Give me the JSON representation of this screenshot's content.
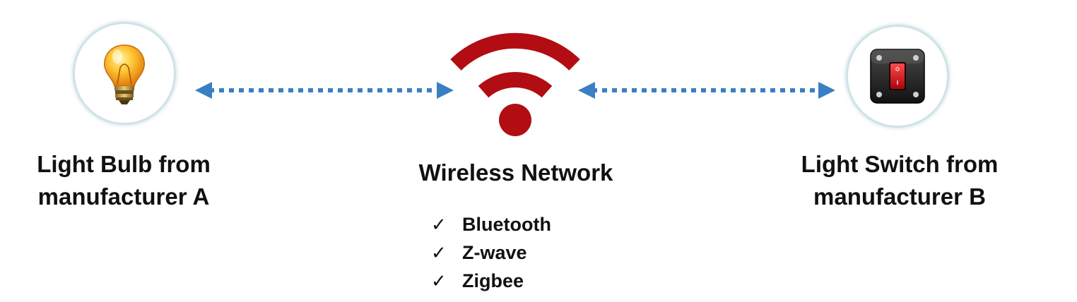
{
  "nodes": {
    "left": {
      "label_line1": "Light Bulb from",
      "label_line2": "manufacturer A",
      "icon": "light-bulb-icon"
    },
    "center": {
      "label": "Wireless Network",
      "icon": "wifi-icon"
    },
    "right": {
      "label_line1": "Light Switch from",
      "label_line2": "manufacturer B",
      "icon": "light-switch-icon"
    }
  },
  "protocols": [
    {
      "check": "✓",
      "name": "Bluetooth"
    },
    {
      "check": "✓",
      "name": "Z-wave"
    },
    {
      "check": "✓",
      "name": "Zigbee"
    }
  ],
  "colors": {
    "arrow": "#3a7fc4",
    "wifi": "#b10d12",
    "circle_border": "#cfe3e6",
    "bulb": "#f7a51c",
    "switch_red": "#d4111b"
  }
}
